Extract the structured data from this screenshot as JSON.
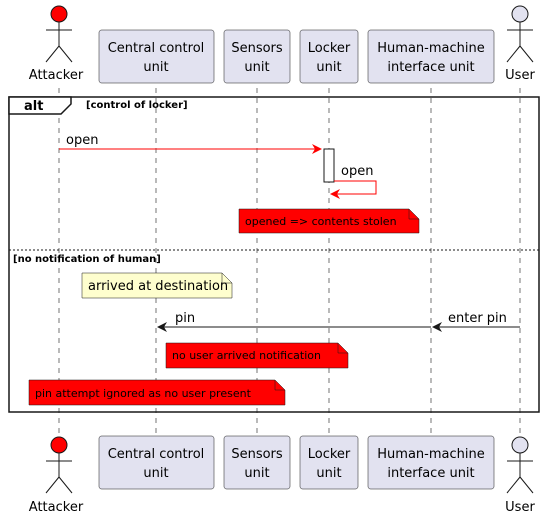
{
  "participants": {
    "attacker": {
      "label": "Attacker",
      "color": "#ff0000"
    },
    "ccu": {
      "line1": "Central control",
      "line2": "unit"
    },
    "sensors": {
      "line1": "Sensors",
      "line2": "unit"
    },
    "locker": {
      "line1": "Locker",
      "line2": "unit"
    },
    "hmi": {
      "line1": "Human-machine",
      "line2": "interface unit"
    },
    "user": {
      "label": "User",
      "color": "#e2e2f0"
    }
  },
  "fragment": {
    "keyword": "alt",
    "guard1": "[control of locker]",
    "guard2": "[no notification of human]"
  },
  "messages": {
    "open1": "open",
    "open2": "open",
    "pin": "pin",
    "enter_pin": "enter pin"
  },
  "notes": {
    "stolen": "opened => contents stolen",
    "arrived": "arrived at destination",
    "no_notification": "no user arrived notification",
    "ignored": "pin attempt ignored as no user present"
  },
  "colors": {
    "participant_fill": "#e2e2f0",
    "participant_border": "#181818",
    "threat_arrow": "#ff0000",
    "threat_note": "#ff0000",
    "plain_note": "#fefece"
  }
}
